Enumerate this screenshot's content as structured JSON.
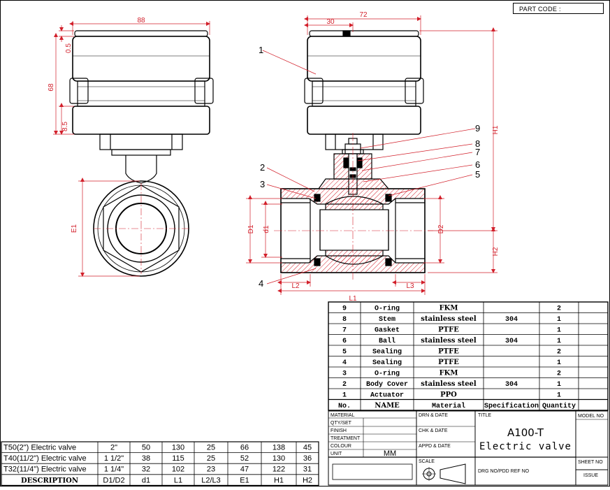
{
  "part_code_label": "PART CODE :",
  "dimensions": {
    "top_width": "88",
    "side_width": "72",
    "side_offset": "30",
    "d05": "0.5",
    "d68": "68",
    "d85": "8.5",
    "e1": "E1",
    "h1": "H1",
    "h2": "H2",
    "d1_upper": "D1",
    "d1_lower": "d1",
    "d2": "D2",
    "l1": "L1",
    "l2": "L2",
    "l3": "L3"
  },
  "callouts": [
    "1",
    "2",
    "3",
    "4",
    "5",
    "6",
    "7",
    "8",
    "9"
  ],
  "parts_table": {
    "rows": [
      {
        "no": "9",
        "name": "O-ring",
        "material": "FKM",
        "spec": "",
        "qty": "2"
      },
      {
        "no": "8",
        "name": "Stem",
        "material": "stainless steel",
        "spec": "304",
        "qty": "1"
      },
      {
        "no": "7",
        "name": "Gasket",
        "material": "PTFE",
        "spec": "",
        "qty": "1"
      },
      {
        "no": "6",
        "name": "Ball",
        "material": "stainless steel",
        "spec": "304",
        "qty": "1"
      },
      {
        "no": "5",
        "name": "Sealing",
        "material": "PTFE",
        "spec": "",
        "qty": "2"
      },
      {
        "no": "4",
        "name": "Sealing",
        "material": "PTFE",
        "spec": "",
        "qty": "1"
      },
      {
        "no": "3",
        "name": "O-ring",
        "material": "FKM",
        "spec": "",
        "qty": "2"
      },
      {
        "no": "2",
        "name": "Body Cover",
        "material": "stainless steel",
        "spec": "304",
        "qty": "1"
      },
      {
        "no": "1",
        "name": "Actuator",
        "material": "PPO",
        "spec": "",
        "qty": "1"
      }
    ],
    "header": {
      "no": "No.",
      "name": "NAME",
      "material": "Material",
      "spec": "Specification",
      "qty": "Quantity"
    }
  },
  "title_block": {
    "labels": {
      "material": "MATERIAL",
      "qty_set": "QTY/SET",
      "finish": "FINISH",
      "treatment": "TREATMENT",
      "colour": "COLOUR",
      "unit": "UNIT",
      "drn_date": "DRN & DATE",
      "chk_date": "CHK & DATE",
      "appd_date": "APPD & DATE",
      "scale": "SCALE",
      "title": "TITLE",
      "model_no": "MODEL NO",
      "drg_no": "DRG NO/PDD REF NO",
      "sheet_no": "SHEET NO",
      "issue": "ISSUE"
    },
    "unit_value": "MM",
    "title_line1": "A100-T",
    "title_line2": "Electric valve"
  },
  "dim_table": {
    "rows": [
      {
        "desc": "T50(2\") Electric valve",
        "d1d2": "2\"",
        "d1": "50",
        "l1": "130",
        "l2l3": "25",
        "e1": "66",
        "h1": "138",
        "h2": "45"
      },
      {
        "desc": "T40(11/2\") Electric valve",
        "d1d2": "1 1/2\"",
        "d1": "38",
        "l1": "115",
        "l2l3": "25",
        "e1": "52",
        "h1": "130",
        "h2": "36"
      },
      {
        "desc": "T32(11/4\") Electric valve",
        "d1d2": "1 1/4\"",
        "d1": "32",
        "l1": "102",
        "l2l3": "23",
        "e1": "47",
        "h1": "122",
        "h2": "31"
      }
    ],
    "header": {
      "desc": "DESCRIPTION",
      "d1d2": "D1/D2",
      "d1": "d1",
      "l1": "L1",
      "l2l3": "L2/L3",
      "e1": "E1",
      "h1": "H1",
      "h2": "H2"
    }
  },
  "colors": {
    "dimension": "#d21f2a",
    "line": "#000000",
    "hatch": "#d21f2a"
  }
}
